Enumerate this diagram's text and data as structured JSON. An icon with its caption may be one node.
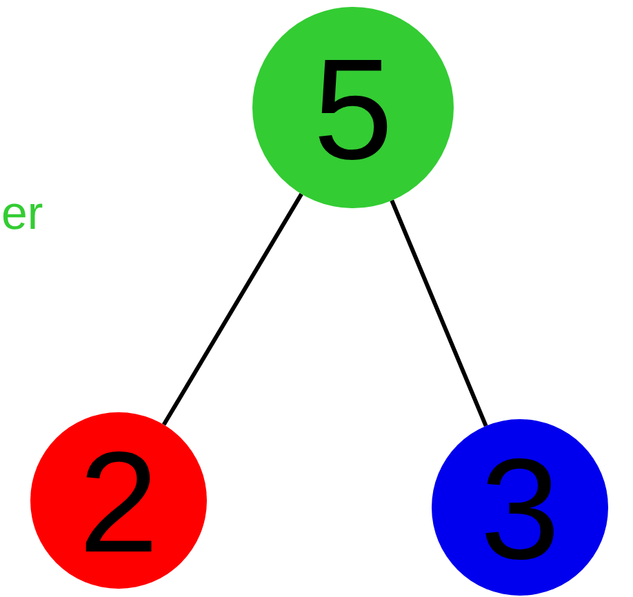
{
  "diagram": {
    "nodes": [
      {
        "text": [
          "5"
        ]
      },
      {
        "text": [
          "2"
        ]
      },
      {
        "text": [
          "3"
        ]
      }
    ],
    "edges": [
      {
        "from": 0,
        "to": 1,
        "arrow": "none"
      },
      {
        "from": 0,
        "to": 2,
        "arrow": "none"
      }
    ],
    "labels": [
      "er"
    ]
  }
}
